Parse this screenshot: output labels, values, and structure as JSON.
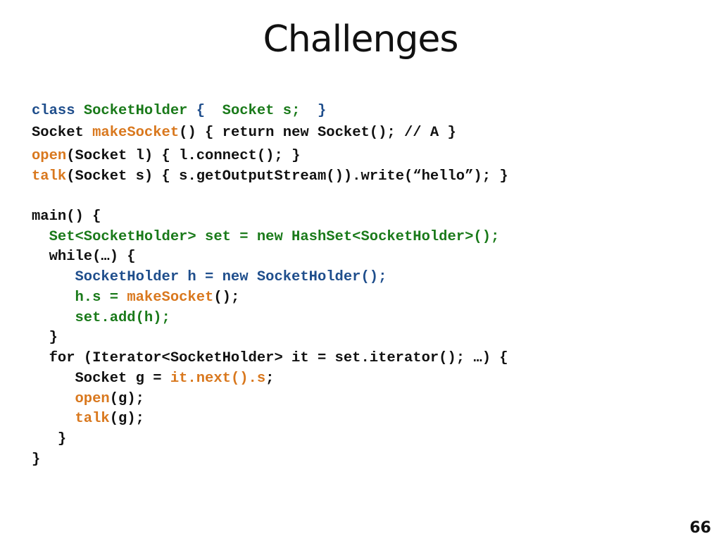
{
  "slide": {
    "title": "Challenges",
    "page_number": "66",
    "colors": {
      "default": "#111111",
      "blue": "#1f4e8c",
      "green": "#1a7a1a",
      "orange": "#d9781e"
    }
  },
  "code_lines": [
    {
      "indent": 0,
      "segments": [
        {
          "text": "class ",
          "color": "blue"
        },
        {
          "text": "SocketHolder",
          "color": "green"
        },
        {
          "text": " {  ",
          "color": "blue"
        },
        {
          "text": "Socket s;",
          "color": "green"
        },
        {
          "text": "  }",
          "color": "blue"
        }
      ]
    },
    {
      "indent": 0,
      "segments": [
        {
          "text": "Socket ",
          "color": "default"
        },
        {
          "text": "makeSocket",
          "color": "orange"
        },
        {
          "text": "() { return new Socket(); // A }",
          "color": "default"
        }
      ]
    },
    {
      "indent": 0,
      "segments": [
        {
          "text": "open",
          "color": "orange"
        },
        {
          "text": "(Socket l) { l.connect(); }",
          "color": "default"
        }
      ]
    },
    {
      "indent": 0,
      "segments": [
        {
          "text": "talk",
          "color": "orange"
        },
        {
          "text": "(Socket s) { s.getOutputStream()).write(“hello”); }",
          "color": "default"
        }
      ]
    },
    {
      "indent": 0,
      "segments": []
    },
    {
      "indent": 0,
      "segments": [
        {
          "text": "main() {",
          "color": "default"
        }
      ]
    },
    {
      "indent": 2,
      "segments": [
        {
          "text": "Set<SocketHolder> set = new HashSet<SocketHolder>();",
          "color": "green"
        }
      ]
    },
    {
      "indent": 2,
      "segments": [
        {
          "text": "while(…) {",
          "color": "default"
        }
      ]
    },
    {
      "indent": 5,
      "segments": [
        {
          "text": "SocketHolder h = new SocketHolder();",
          "color": "blue"
        }
      ]
    },
    {
      "indent": 5,
      "segments": [
        {
          "text": "h.s = ",
          "color": "green"
        },
        {
          "text": "makeSocket",
          "color": "orange"
        },
        {
          "text": "();",
          "color": "default"
        }
      ]
    },
    {
      "indent": 5,
      "segments": [
        {
          "text": "set.add(h);",
          "color": "green"
        }
      ]
    },
    {
      "indent": 2,
      "segments": [
        {
          "text": "}",
          "color": "default"
        }
      ]
    },
    {
      "indent": 2,
      "segments": [
        {
          "text": "for (Iterator<SocketHolder> it = set.iterator(); …) {",
          "color": "default"
        }
      ]
    },
    {
      "indent": 5,
      "segments": [
        {
          "text": "Socket g = ",
          "color": "default"
        },
        {
          "text": "it.next().s",
          "color": "orange"
        },
        {
          "text": ";",
          "color": "default"
        }
      ]
    },
    {
      "indent": 5,
      "segments": [
        {
          "text": "open",
          "color": "orange"
        },
        {
          "text": "(g);",
          "color": "default"
        }
      ]
    },
    {
      "indent": 5,
      "segments": [
        {
          "text": "talk",
          "color": "orange"
        },
        {
          "text": "(g);",
          "color": "default"
        }
      ]
    },
    {
      "indent": 3,
      "segments": [
        {
          "text": "}",
          "color": "default"
        }
      ]
    },
    {
      "indent": 0,
      "segments": [
        {
          "text": "}",
          "color": "default"
        }
      ]
    }
  ]
}
